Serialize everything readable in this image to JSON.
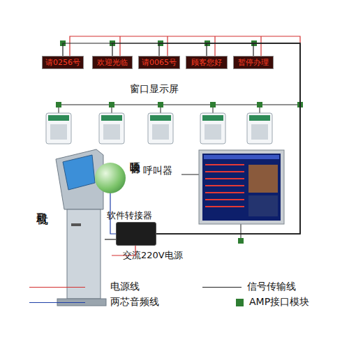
{
  "diagram": {
    "nodes": [
      {
        "text": [
          "请0256号"
        ]
      },
      {
        "text": [
          "欢迎光临"
        ]
      },
      {
        "text": [
          "请0065号"
        ]
      },
      {
        "text": [
          "顾客您好"
        ]
      },
      {
        "text": [
          "暂停办理"
        ]
      },
      {
        "text": [
          "取号机"
        ]
      },
      {
        "text": [
          "吸顶音响"
        ]
      },
      {
        "text": [
          "软件转接器"
        ]
      }
    ],
    "edges": [
      {
        "from": 7,
        "to": 0,
        "arrow": "none"
      },
      {
        "from": 7,
        "to": 1,
        "arrow": "none"
      },
      {
        "from": 7,
        "to": 2,
        "arrow": "none"
      },
      {
        "from": 7,
        "to": 3,
        "arrow": "none"
      },
      {
        "from": 7,
        "to": 4,
        "arrow": "none"
      },
      {
        "from": 5,
        "to": 7,
        "arrow": "none"
      },
      {
        "from": 6,
        "to": 7,
        "arrow": "none"
      }
    ],
    "labels": [
      "窗口显示屏",
      "呼叫器",
      "交流220V电源"
    ],
    "legend": [
      {
        "text": "电源线"
      },
      {
        "text": "信号传输线"
      },
      {
        "text": "两芯音频线"
      },
      {
        "text": "AMP接口模块",
        "color": "#2e7d32"
      }
    ]
  }
}
